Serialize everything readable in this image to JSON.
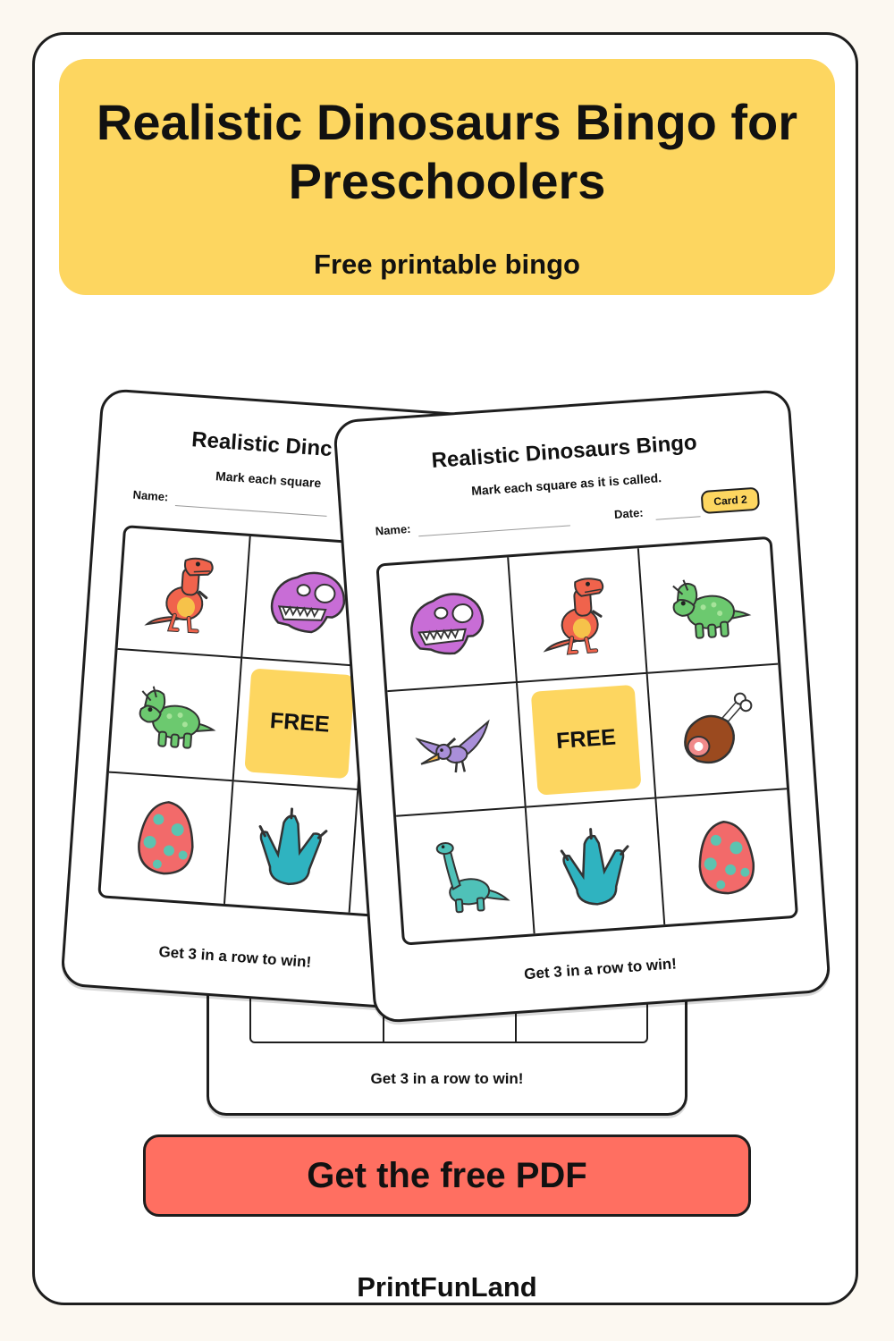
{
  "header": {
    "title": "Realistic Dinosaurs Bingo for Preschoolers",
    "subtitle": "Free printable bingo"
  },
  "cards": {
    "back": {
      "footer": "Get 3 in a row to win!"
    },
    "left": {
      "title": "Realistic Dinc",
      "instruction": "Mark each square",
      "name_label": "Name:",
      "free_label": "FREE",
      "footer": "Get 3 in a row to win!",
      "cells": [
        "t-rex-icon",
        "skull-icon",
        "",
        "triceratops-icon",
        "free",
        "",
        "egg-icon",
        "footprint-icon",
        ""
      ]
    },
    "front": {
      "title": "Realistic Dinosaurs Bingo",
      "instruction": "Mark each square as it is called.",
      "name_label": "Name:",
      "date_label": "Date:",
      "badge": "Card 2",
      "free_label": "FREE",
      "footer": "Get 3 in a row to win!",
      "cells": [
        "skull-icon",
        "t-rex-icon",
        "triceratops-icon",
        "pterodactyl-icon",
        "free",
        "meat-icon",
        "brontosaurus-icon",
        "footprint-icon",
        "egg-icon"
      ]
    }
  },
  "cta": {
    "label": "Get the free PDF"
  },
  "brand": "PrintFunLand",
  "colors": {
    "banner": "#fdd660",
    "cta": "#ff6f61",
    "free_square": "#fdd660",
    "background": "#fcf8f1"
  }
}
